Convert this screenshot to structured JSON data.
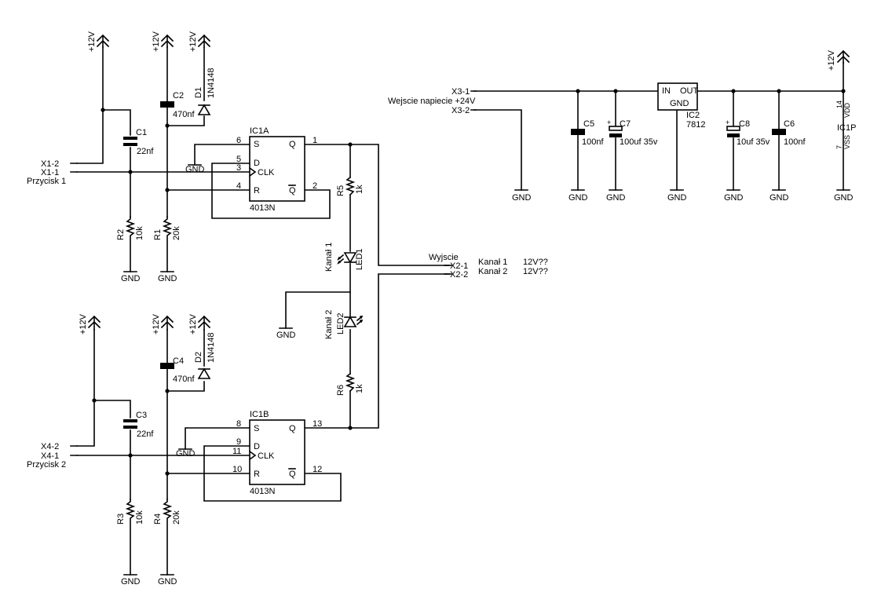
{
  "power": {
    "vcc": "+12V",
    "gnd": "GND"
  },
  "resistors": {
    "r1": {
      "name": "R1",
      "value": "20k"
    },
    "r2": {
      "name": "R2",
      "value": "10k"
    },
    "r3": {
      "name": "R3",
      "value": "10k"
    },
    "r4": {
      "name": "R4",
      "value": "20k"
    },
    "r5": {
      "name": "R5",
      "value": "1k"
    },
    "r6": {
      "name": "R6",
      "value": "1k"
    }
  },
  "capacitors": {
    "c1": {
      "name": "C1",
      "value": "22nf"
    },
    "c2": {
      "name": "C2",
      "value": "470nf"
    },
    "c3": {
      "name": "C3",
      "value": "22nf"
    },
    "c4": {
      "name": "C4",
      "value": "470nf"
    },
    "c5": {
      "name": "C5",
      "value": "100nf"
    },
    "c6": {
      "name": "C6",
      "value": "100nf"
    },
    "c7": {
      "name": "C7",
      "value": "100uf 35v"
    },
    "c8": {
      "name": "C8",
      "value": "10uf 35v"
    }
  },
  "diodes": {
    "d1": {
      "name": "D1",
      "value": "1N4148"
    },
    "d2": {
      "name": "D2",
      "value": "1N4148"
    }
  },
  "leds": {
    "led1": {
      "name": "LED1",
      "label": "Kanał 1"
    },
    "led2": {
      "name": "LED2",
      "label": "Kanał 2"
    }
  },
  "ic1a": {
    "name": "IC1A",
    "part": "4013N",
    "pins": {
      "s": "S",
      "d": "D",
      "clk": "CLK",
      "r": "R",
      "q": "Q",
      "nq": "Q",
      "p6": "6",
      "p5": "5",
      "p3": "3",
      "p4": "4",
      "p1": "1",
      "p2": "2"
    }
  },
  "ic1b": {
    "name": "IC1B",
    "part": "4013N",
    "pins": {
      "s": "S",
      "d": "D",
      "clk": "CLK",
      "r": "R",
      "q": "Q",
      "nq": "Q",
      "p8": "8",
      "p9": "9",
      "p11": "11",
      "p10": "10",
      "p13": "13",
      "p12": "12"
    }
  },
  "ic2": {
    "name": "IC2",
    "part": "7812",
    "in": "IN",
    "out": "OUT",
    "gnd": "GND"
  },
  "ic1p": {
    "name": "IC1P",
    "vdd": "VDD",
    "vss": "VSS",
    "p14": "14",
    "p7": "7"
  },
  "connectors": {
    "x1_2": "X1-2",
    "x1_1": "X1-1",
    "x1_label": "Przycisk 1",
    "x4_2": "X4-2",
    "x4_1": "X4-1",
    "x4_label": "Przycisk 2",
    "x3_1": "X3-1",
    "x3_2": "X3-2",
    "x3_label": "Wejscie napiecie +24V",
    "x2_1": "X2-1",
    "x2_2": "X2-2",
    "x2_label": "Wyjscie",
    "out1_name": "Kanał 1",
    "out1_volt": "12V??",
    "out2_name": "Kanał 2",
    "out2_volt": "12V??"
  }
}
